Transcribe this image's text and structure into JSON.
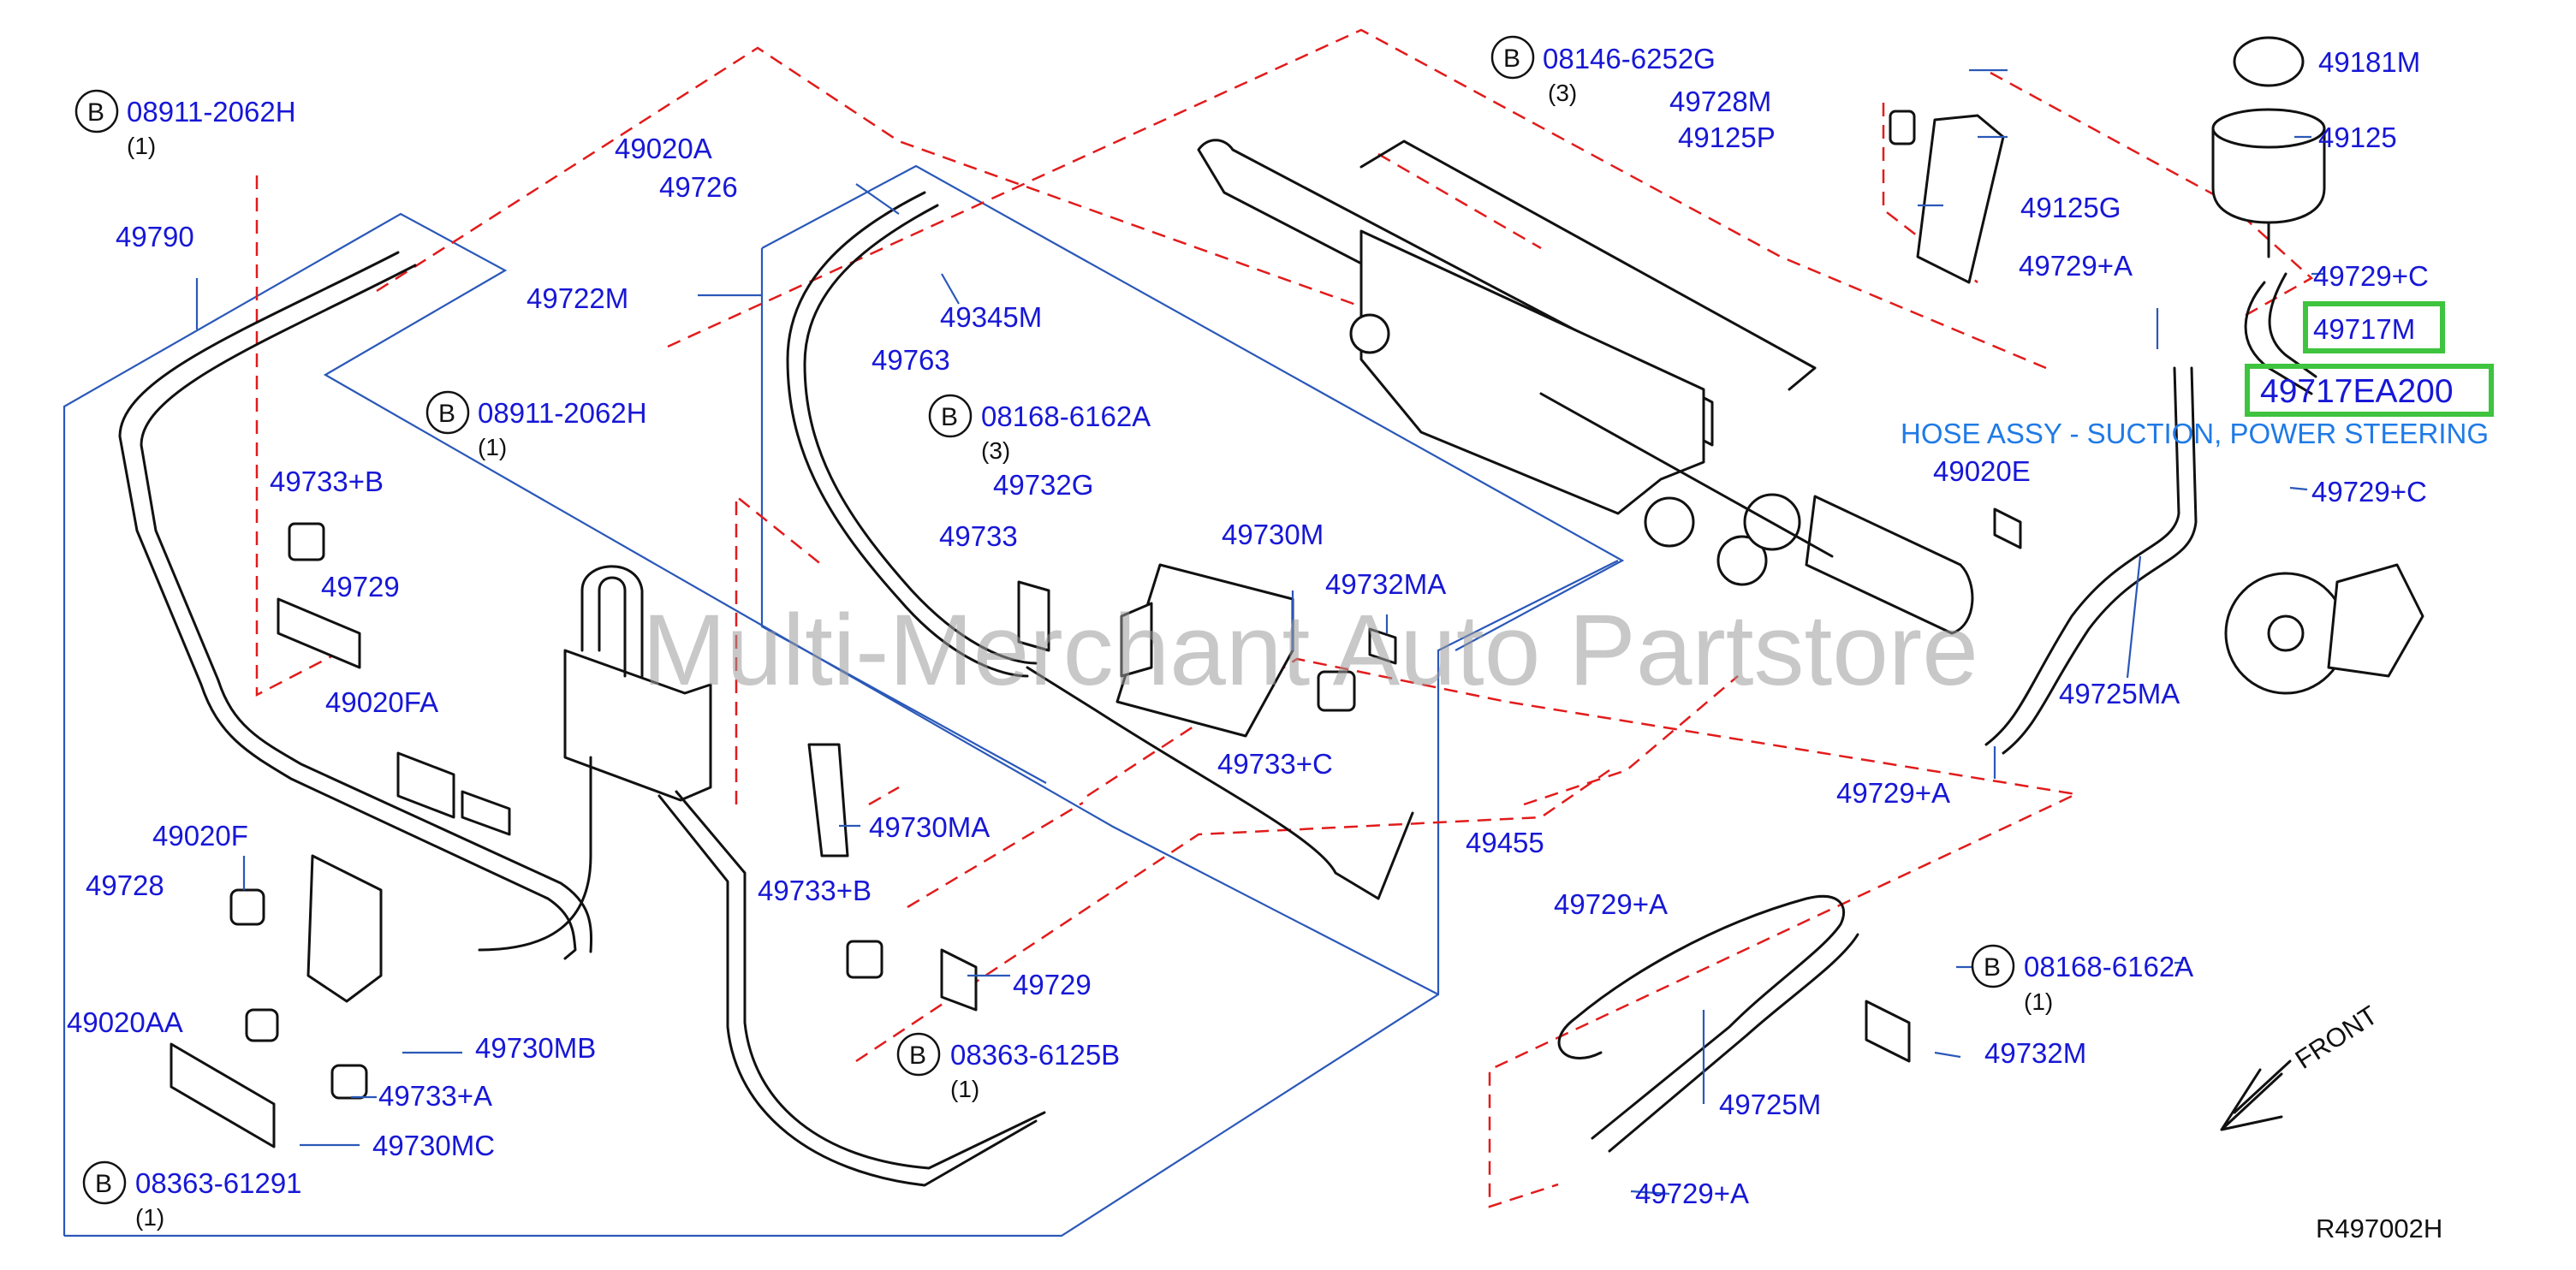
{
  "watermark": "Multi-Merchant Auto Partstore",
  "highlight": {
    "part_top": "49717M",
    "part_number": "49717EA200",
    "description": "HOSE ASSY - SUCTION, POWER STEERING"
  },
  "reference": "R497002H",
  "front_label": "FRONT",
  "labels": {
    "p49790": "49790",
    "p49020A": "49020A",
    "p49726": "49726",
    "p49722M": "49722M",
    "p49345M": "49345M",
    "p49763": "49763",
    "p49733_B_top": "49733+B",
    "p49729_left": "49729",
    "p49020FA": "49020FA",
    "p49020F": "49020F",
    "p49728_left": "49728",
    "p49020AA": "49020AA",
    "p49730MB": "49730MB",
    "p49733_A": "49733+A",
    "p49730MC": "49730MC",
    "p49732G": "49732G",
    "p49733": "49733",
    "p49730M": "49730M",
    "p49732MA": "49732MA",
    "p49733_C": "49733+C",
    "p49730MA": "49730MA",
    "p49733_B_mid": "49733+B",
    "p49729_mid": "49729",
    "p49455": "49455",
    "p49729A_bot1": "49729+A",
    "p49725M": "49725M",
    "p49729A_bot2": "49729+A",
    "p49732M": "49732M",
    "p49728M": "49728M",
    "p49125P": "49125P",
    "p49125G": "49125G",
    "p49729A_r1": "49729+A",
    "p49020E": "49020E",
    "p49725MA": "49725MA",
    "p49729A_r2": "49729+A",
    "p49181M": "49181M",
    "p49125": "49125",
    "p49729C_1": "49729+C",
    "p49729C_2": "49729+C"
  },
  "bolts": {
    "b1": {
      "letter": "B",
      "code": "08911-2062H",
      "qty": "(1)"
    },
    "b2": {
      "letter": "B",
      "code": "08911-2062H",
      "qty": "(1)"
    },
    "b3": {
      "letter": "B",
      "code": "08168-6162A",
      "qty": "(3)"
    },
    "b4": {
      "letter": "B",
      "code": "08146-6252G",
      "qty": "(3)"
    },
    "b5": {
      "letter": "B",
      "code": "08363-6125B",
      "qty": "(1)"
    },
    "b6": {
      "letter": "B",
      "code": "08363-61291",
      "qty": "(1)"
    },
    "b7": {
      "letter": "B",
      "code": "08168-6162A",
      "qty": "(1)"
    }
  },
  "colors": {
    "label": "#1717d6",
    "dash": "#e21b1b",
    "frame": "#2a58b8",
    "highlight": "#3ec43e",
    "description": "#1f7ae6"
  }
}
